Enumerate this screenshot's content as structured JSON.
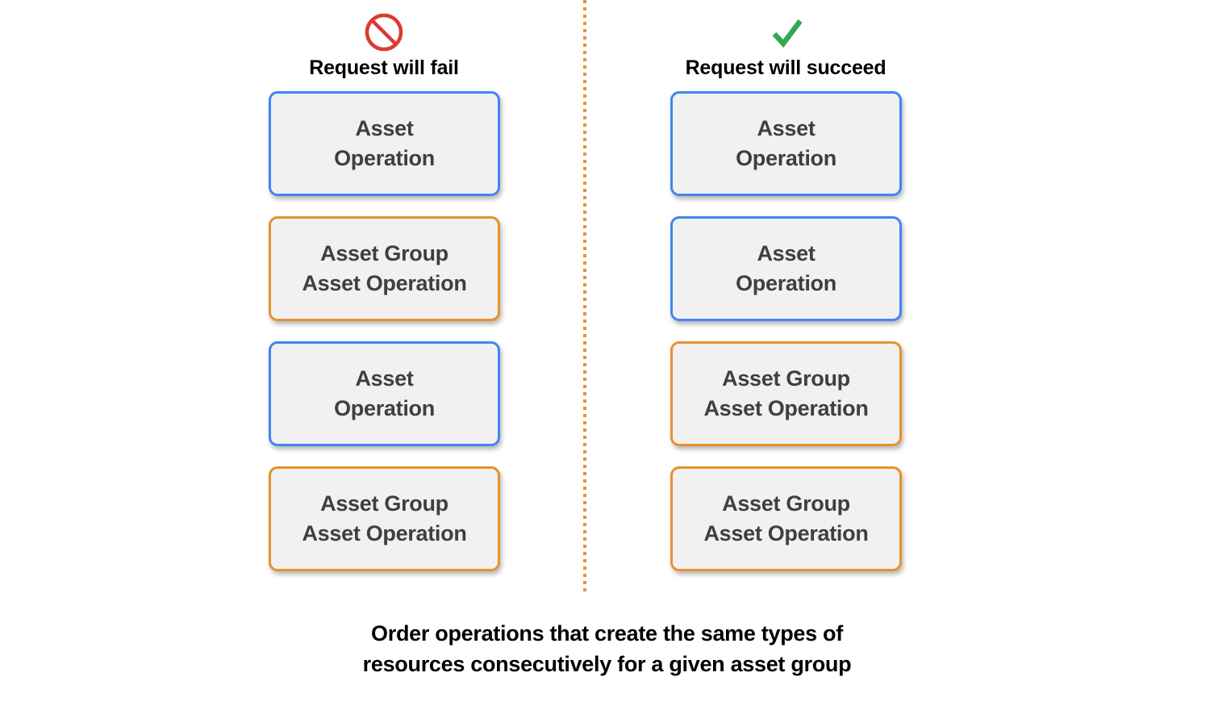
{
  "colors": {
    "blue_border": "#4285f4",
    "orange_border": "#e8912d",
    "card_fill": "#f1f1f1",
    "card_text": "#3c4043",
    "fail_icon": "#d93b30",
    "success_icon": "#34a853",
    "divider": "#e8912d",
    "background": "#ffffff"
  },
  "columns": [
    {
      "id": "fail",
      "icon_name": "no-entry-icon",
      "title": "Request will fail",
      "cards": [
        {
          "label": "Asset\nOperation",
          "type": "asset-operation",
          "color": "blue"
        },
        {
          "label": "Asset Group\nAsset Operation",
          "type": "asset-group-asset-operation",
          "color": "orange"
        },
        {
          "label": "Asset\nOperation",
          "type": "asset-operation",
          "color": "blue"
        },
        {
          "label": "Asset Group\nAsset Operation",
          "type": "asset-group-asset-operation",
          "color": "orange"
        }
      ]
    },
    {
      "id": "succeed",
      "icon_name": "check-mark-icon",
      "title": "Request will succeed",
      "cards": [
        {
          "label": "Asset\nOperation",
          "type": "asset-operation",
          "color": "blue"
        },
        {
          "label": "Asset\nOperation",
          "type": "asset-operation",
          "color": "blue"
        },
        {
          "label": "Asset Group\nAsset Operation",
          "type": "asset-group-asset-operation",
          "color": "orange"
        },
        {
          "label": "Asset Group\nAsset Operation",
          "type": "asset-group-asset-operation",
          "color": "orange"
        }
      ]
    }
  ],
  "caption": "Order operations that create the same types of\nresources consecutively for a given asset group"
}
